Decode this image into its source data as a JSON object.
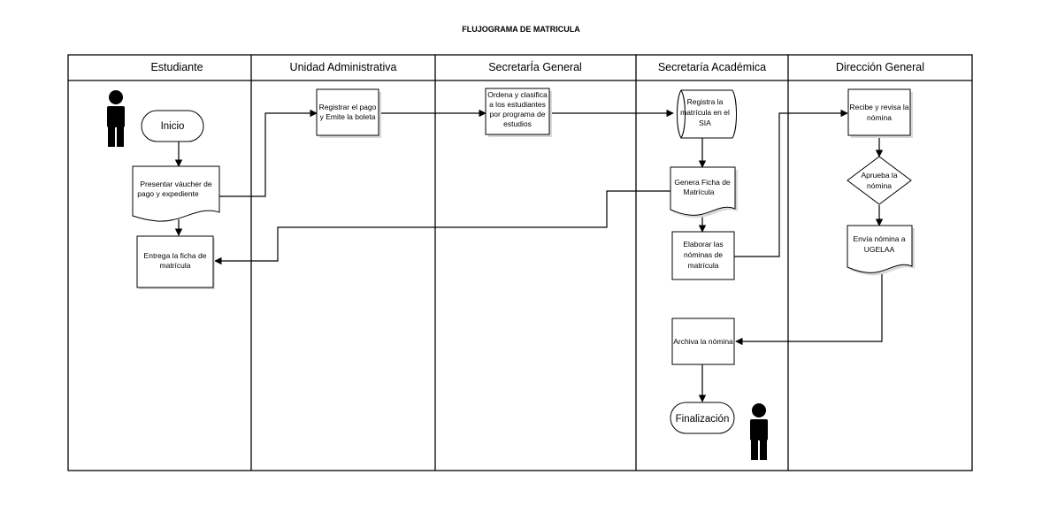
{
  "title": "FLUJOGRAMA DE MATRICULA",
  "lanes": [
    {
      "id": "estudiante",
      "label": "Estudiante"
    },
    {
      "id": "unidad",
      "label": "Unidad Administrativa"
    },
    {
      "id": "secgen",
      "label": "SecretarÍa General"
    },
    {
      "id": "secacad",
      "label": "Secretaría Académica"
    },
    {
      "id": "direccion",
      "label": "Dirección General"
    }
  ],
  "nodes": [
    {
      "id": "inicio",
      "type": "terminator",
      "lines": [
        "Inicio"
      ]
    },
    {
      "id": "presentar",
      "type": "document",
      "lines": [
        "Presentar váucher de",
        "pago y expediente"
      ]
    },
    {
      "id": "entrega",
      "type": "process",
      "lines": [
        "Entrega la ficha de",
        "matrícula"
      ]
    },
    {
      "id": "registrar_pago",
      "type": "process",
      "lines": [
        "Registrar el pago",
        "y Emite la boleta"
      ]
    },
    {
      "id": "ordena",
      "type": "process",
      "lines": [
        "Ordena y clasifica",
        "a los estudiantes",
        "por programa de",
        "estudios"
      ]
    },
    {
      "id": "registra_sia",
      "type": "storage",
      "lines": [
        "Registra la",
        "matrícula en el",
        "SIA"
      ]
    },
    {
      "id": "genera_ficha",
      "type": "document",
      "lines": [
        "Genera Ficha de",
        "Matrícula"
      ]
    },
    {
      "id": "elaborar",
      "type": "process",
      "lines": [
        "Elaborar las",
        "nóminas de",
        "matrícula"
      ]
    },
    {
      "id": "archiva",
      "type": "process",
      "lines": [
        "Archiva la nómina"
      ]
    },
    {
      "id": "finalizacion",
      "type": "terminator",
      "lines": [
        "Finalización"
      ]
    },
    {
      "id": "recibe",
      "type": "process",
      "lines": [
        "Recibe y revisa la",
        "nómina"
      ]
    },
    {
      "id": "aprueba",
      "type": "decision",
      "lines": [
        "Aprueba  la",
        "nómina"
      ]
    },
    {
      "id": "envia",
      "type": "document",
      "lines": [
        "Envía nómina a",
        "UGELAA"
      ]
    }
  ],
  "edges": [
    {
      "from": "inicio",
      "to": "presentar"
    },
    {
      "from": "presentar",
      "to": "entrega"
    },
    {
      "from": "presentar",
      "to": "registrar_pago"
    },
    {
      "from": "registrar_pago",
      "to": "ordena"
    },
    {
      "from": "ordena",
      "to": "registra_sia"
    },
    {
      "from": "registra_sia",
      "to": "genera_ficha"
    },
    {
      "from": "genera_ficha",
      "to": "elaborar"
    },
    {
      "from": "genera_ficha",
      "to": "entrega"
    },
    {
      "from": "elaborar",
      "to": "recibe"
    },
    {
      "from": "recibe",
      "to": "aprueba"
    },
    {
      "from": "aprueba",
      "to": "envia"
    },
    {
      "from": "envia",
      "to": "archiva"
    },
    {
      "from": "archiva",
      "to": "finalizacion"
    }
  ],
  "actors": [
    {
      "id": "actor-start",
      "lane": "estudiante",
      "icon": "person-icon"
    },
    {
      "id": "actor-end",
      "lane": "secacad",
      "icon": "person-icon"
    }
  ]
}
